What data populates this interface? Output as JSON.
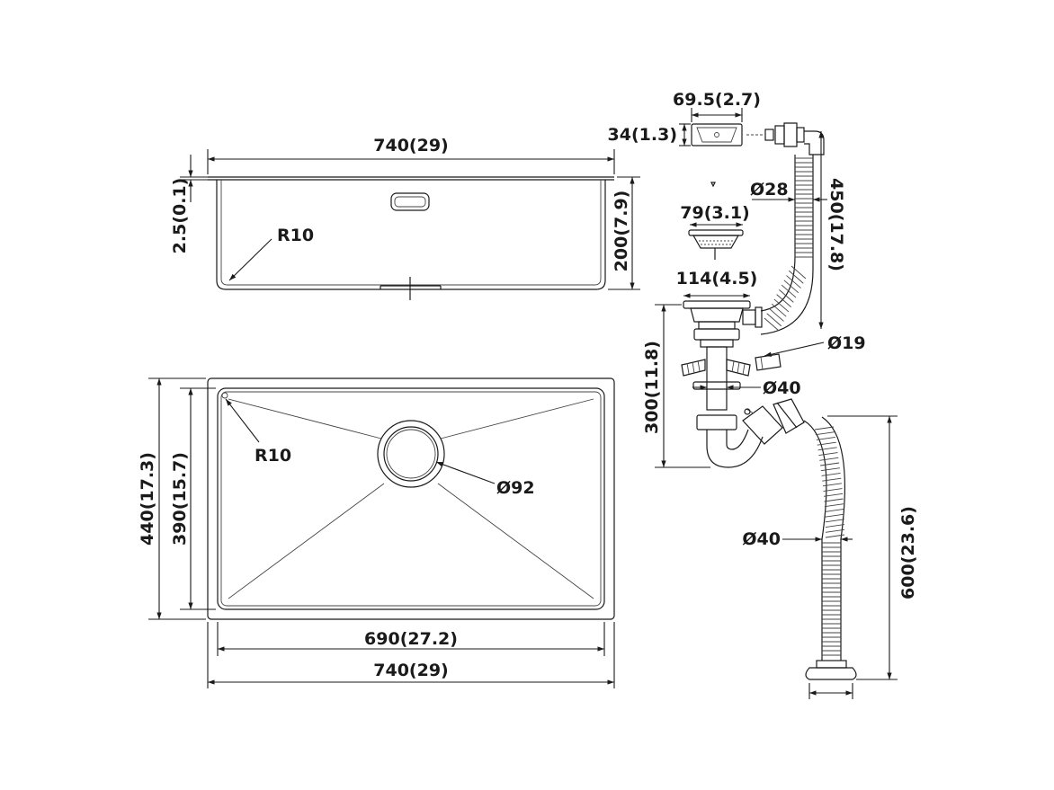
{
  "labels": {
    "side_width": "740(29)",
    "rim_thickness": "2.5(0.1)",
    "side_radius": "R10",
    "depth": "200(7.9)",
    "outer_depth": "440(17.3)",
    "inner_depth": "390(15.7)",
    "top_radius": "R10",
    "drain_diameter": "Ø92",
    "inner_width": "690(27.2)",
    "outer_width": "740(29)",
    "overflow_width": "69.5(2.7)",
    "overflow_height": "34(1.3)",
    "hose_diameter_top": "Ø28",
    "hose_length": "450(17.8)",
    "strainer_diameter": "79(3.1)",
    "flange_diameter": "114(4.5)",
    "trap_height": "300(11.8)",
    "side_inlet": "Ø19",
    "pipe_diameter": "Ø40",
    "waste_hose_diameter": "Ø40",
    "waste_hose_length": "600(23.6)"
  }
}
